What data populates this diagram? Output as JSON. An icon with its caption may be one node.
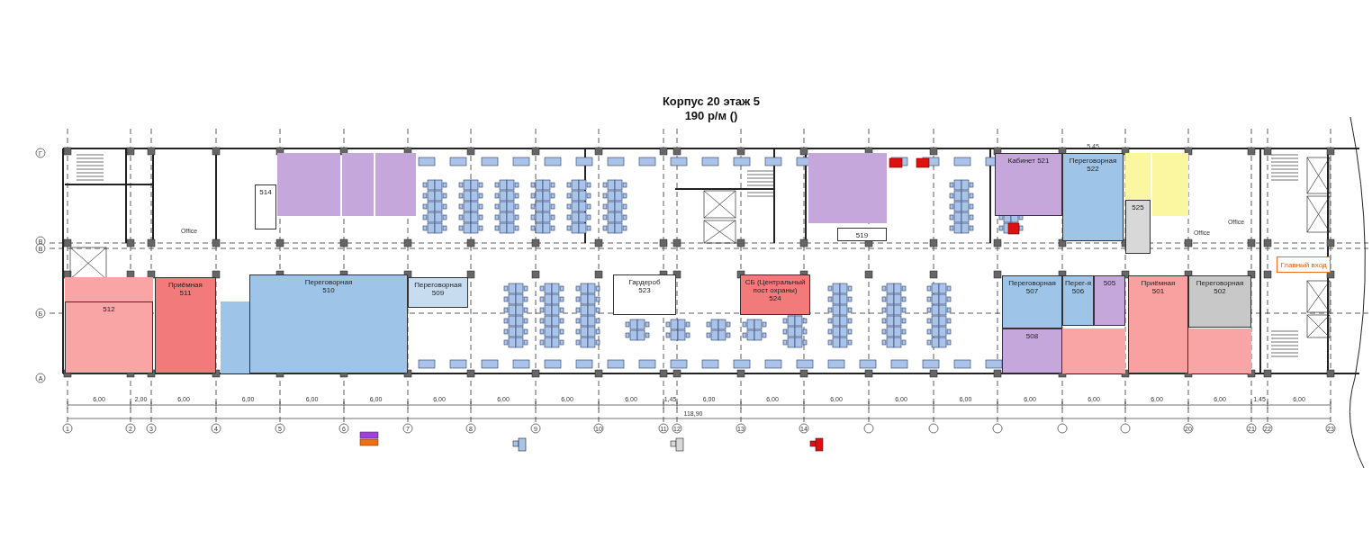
{
  "diagram": {
    "title": "Корпус 20 этаж 5",
    "nodes": [
      {
        "text": [
          "Приёмная",
          "511"
        ]
      },
      {
        "text": [
          "512"
        ]
      },
      {
        "text": [
          "514"
        ]
      },
      {
        "text": [
          "Переговорная",
          "510"
        ]
      },
      {
        "text": [
          "Переговорная",
          "509"
        ]
      },
      {
        "text": [
          "Гардероб",
          "523"
        ]
      },
      {
        "text": [
          "СБ (Центральный пост охраны)",
          "524"
        ]
      },
      {
        "text": [
          "519"
        ]
      },
      {
        "text": [
          "Кабинет 521"
        ]
      },
      {
        "text": [
          "Переговорная",
          "522"
        ],
        "beside": [
          "5,45"
        ]
      },
      {
        "text": [
          "525"
        ]
      },
      {
        "text": [
          "Переговорная",
          "507"
        ]
      },
      {
        "text": [
          "Перег-я",
          "506"
        ]
      },
      {
        "text": [
          "505"
        ]
      },
      {
        "text": [
          "508"
        ]
      },
      {
        "text": [
          "Приёмная",
          "501"
        ]
      },
      {
        "text": [
          "Переговорная",
          "502"
        ]
      },
      {
        "text": [
          "Главный вход"
        ]
      },
      {
        "text": [],
        "shape": "box"
      },
      {
        "text": [],
        "shape": "box"
      },
      {
        "text": [],
        "shape": "box"
      },
      {
        "text": [],
        "shape": "box"
      },
      {
        "text": [],
        "shape": "box"
      },
      {
        "text": [],
        "shape": "box"
      },
      {
        "text": [],
        "shape": "box"
      },
      {
        "text": [],
        "shape": "box"
      },
      {
        "text": [],
        "shape": "box"
      },
      {
        "text": [],
        "shape": "box"
      }
    ],
    "edges": [],
    "labels": [
      "190 р/м ()",
      "Г",
      "В",
      "В",
      "Б",
      "А",
      "Office",
      "Office",
      "Office",
      "6,00",
      "2,00",
      "6,00",
      "6,00",
      "6,00",
      "6,00",
      "6,00",
      "6,00",
      "6,00",
      "6,00",
      "1,45",
      "6,00",
      "6,00",
      "6,00",
      "6,00",
      "6,00",
      "6,00",
      "6,00",
      "6,00",
      "6,00",
      "1,45",
      "6,00",
      "118,90",
      "1",
      "2",
      "3",
      "4",
      "5",
      "6",
      "7",
      "8",
      "9",
      "10",
      "11",
      "12",
      "13",
      "14",
      "20",
      "21",
      "22",
      "23"
    ]
  }
}
